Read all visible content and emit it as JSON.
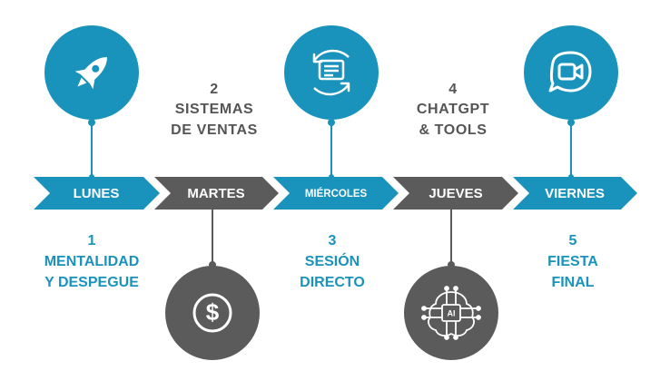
{
  "colors": {
    "blue": "#1a93bc",
    "gray": "#5b5b5b",
    "topic_gray": "#555555",
    "white": "#ffffff"
  },
  "days": [
    {
      "label": "LUNES",
      "color": "blue",
      "icon": "rocket-icon"
    },
    {
      "label": "MARTES",
      "color": "gray",
      "icon": "dollar-icon"
    },
    {
      "label": "MIÉRCOLES",
      "color": "blue",
      "icon": "chat-cycle-icon"
    },
    {
      "label": "JUEVES",
      "color": "gray",
      "icon": "ai-chip-icon"
    },
    {
      "label": "VIERNES",
      "color": "blue",
      "icon": "video-chat-icon"
    }
  ],
  "topics": {
    "lunes": [
      "1",
      "MENTALIDAD",
      "Y DESPEGUE"
    ],
    "martes": [
      "2",
      "SISTEMAS",
      "DE VENTAS"
    ],
    "miercoles": [
      "3",
      "SESIÓN",
      "DIRECTO"
    ],
    "jueves": [
      "4",
      "CHATGPT",
      "& TOOLS"
    ],
    "viernes": [
      "5",
      "FIESTA",
      "FINAL"
    ]
  },
  "ai_chip_text": "AI"
}
